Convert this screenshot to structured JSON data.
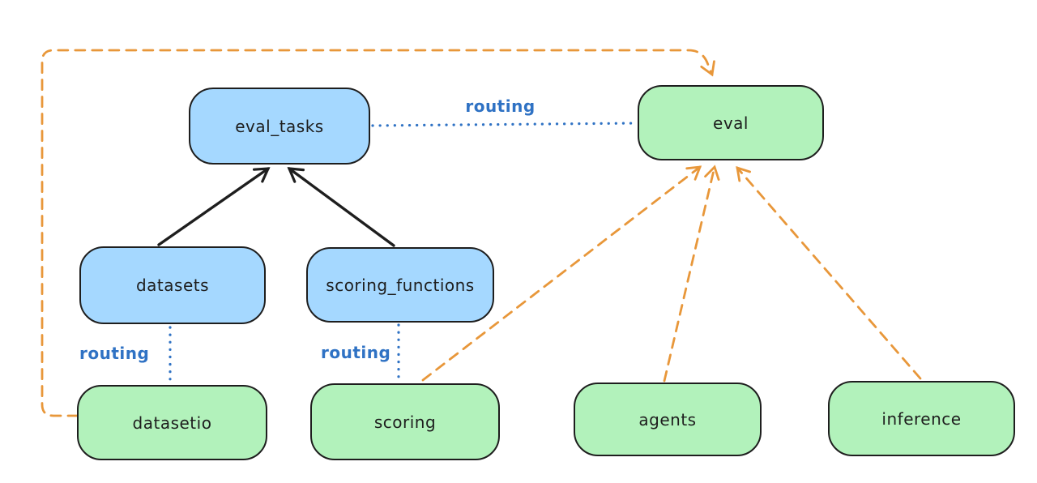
{
  "diagram": {
    "nodes": [
      {
        "id": "eval_tasks",
        "label": "eval_tasks",
        "fill": "#a5d8ff"
      },
      {
        "id": "eval",
        "label": "eval",
        "fill": "#b2f2bb"
      },
      {
        "id": "datasets",
        "label": "datasets",
        "fill": "#a5d8ff"
      },
      {
        "id": "scoring_functions",
        "label": "scoring_functions",
        "fill": "#a5d8ff"
      },
      {
        "id": "datasetio",
        "label": "datasetio",
        "fill": "#b2f2bb"
      },
      {
        "id": "scoring",
        "label": "scoring",
        "fill": "#b2f2bb"
      },
      {
        "id": "agents",
        "label": "agents",
        "fill": "#b2f2bb"
      },
      {
        "id": "inference",
        "label": "inference",
        "fill": "#b2f2bb"
      }
    ],
    "edge_labels": [
      {
        "text": "routing",
        "between": "eval_tasks-eval"
      },
      {
        "text": "routing",
        "between": "datasets-datasetio"
      },
      {
        "text": "routing",
        "between": "scoring_functions-scoring"
      }
    ],
    "edges": [
      {
        "from": "datasets",
        "to": "eval_tasks",
        "style": "solid-arrow",
        "color": "#1e1e1e"
      },
      {
        "from": "scoring_functions",
        "to": "eval_tasks",
        "style": "solid-arrow",
        "color": "#1e1e1e"
      },
      {
        "from": "eval_tasks",
        "to": "eval",
        "style": "dotted-line",
        "color": "#2f72c4",
        "label": "routing"
      },
      {
        "from": "datasets",
        "to": "datasetio",
        "style": "dotted-line",
        "color": "#2f72c4",
        "label": "routing"
      },
      {
        "from": "scoring_functions",
        "to": "scoring",
        "style": "dotted-line",
        "color": "#2f72c4",
        "label": "routing"
      },
      {
        "from": "datasetio",
        "to": "eval",
        "style": "dashed-arrow",
        "color": "#e8973a"
      },
      {
        "from": "scoring",
        "to": "eval",
        "style": "dashed-arrow",
        "color": "#e8973a"
      },
      {
        "from": "agents",
        "to": "eval",
        "style": "dashed-arrow",
        "color": "#e8973a"
      },
      {
        "from": "inference",
        "to": "eval",
        "style": "dashed-arrow",
        "color": "#e8973a"
      }
    ],
    "colors": {
      "background": "#ffffff",
      "node_stroke": "#1e1e1e",
      "node_fill_blue": "#a5d8ff",
      "node_fill_green": "#b2f2bb",
      "routing_line_blue": "#2f72c4",
      "dashed_line_orange": "#e8973a"
    }
  }
}
